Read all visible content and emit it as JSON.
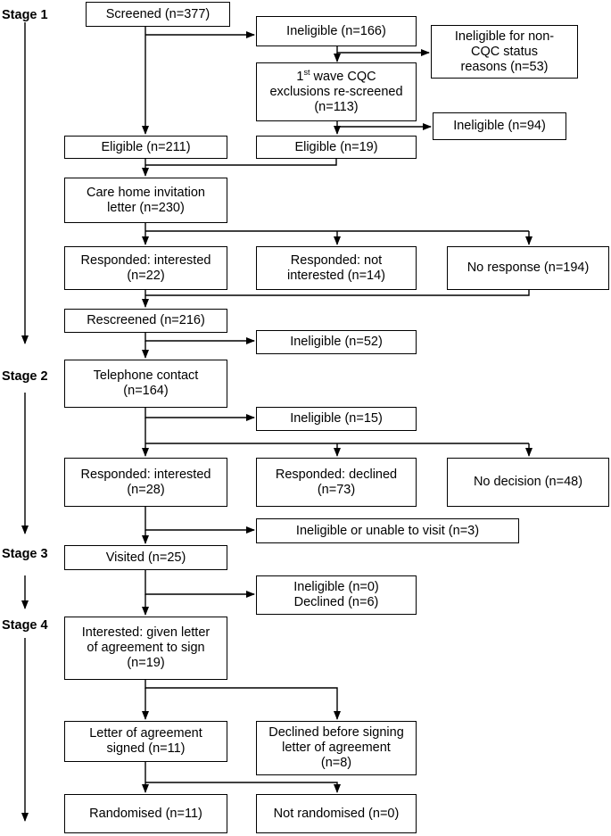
{
  "stages": [
    "Stage 1",
    "Stage 2",
    "Stage 3",
    "Stage 4"
  ],
  "boxes": {
    "screened": "Screened (n=377)",
    "ineligible_166": "Ineligible (n=166)",
    "ineligible_non_cqc": "Ineligible for non-\nCQC status\nreasons (n=53)",
    "cqc_rescreen_pre": "1",
    "cqc_rescreen_sup": "st",
    "cqc_rescreen_post": " wave CQC\nexclusions re-screened\n(n=113)",
    "ineligible_94": "Ineligible (n=94)",
    "eligible_211": "Eligible (n=211)",
    "eligible_19": "Eligible (n=19)",
    "invitation": "Care home invitation\nletter (n=230)",
    "resp_interested_22": "Responded: interested\n(n=22)",
    "resp_not_interested": "Responded:  not\ninterested (n=14)",
    "no_response": "No response (n=194)",
    "rescreened": "Rescreened (n=216)",
    "ineligible_52": "Ineligible (n=52)",
    "telephone": "Telephone contact\n(n=164)",
    "ineligible_15": "Ineligible (n=15)",
    "resp_interested_28": "Responded: interested\n(n=28)",
    "resp_declined": "Responded: declined\n(n=73)",
    "no_decision": "No decision (n=48)",
    "unable_visit": "Ineligible or unable to visit (n=3)",
    "visited": "Visited (n=25)",
    "inelig_declined": "Ineligible (n=0)\nDeclined (n=6)",
    "interested_letter": "Interested: given letter\nof agreement to sign\n(n=19)",
    "letter_signed": "Letter of agreement\nsigned (n=11)",
    "declined_before": "Declined before signing\nletter of agreement\n(n=8)",
    "randomised": "Randomised (n=11)",
    "not_randomised": "Not randomised (n=0)"
  }
}
